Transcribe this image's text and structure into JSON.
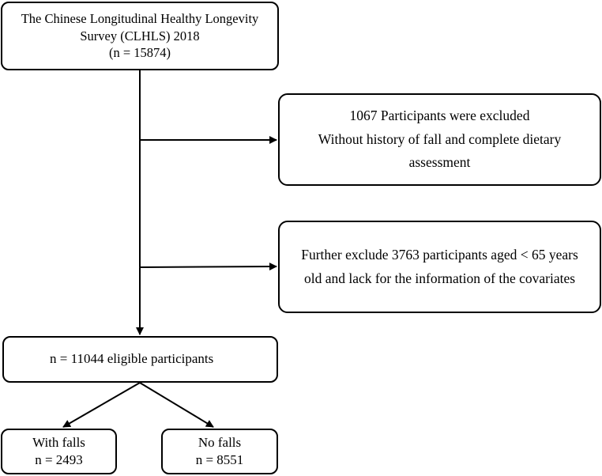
{
  "flowchart": {
    "source": {
      "lines": [
        "The Chinese Longitudinal Healthy Longevity",
        "Survey (CLHLS) 2018",
        "(n = 15874)"
      ]
    },
    "exclusion_1": {
      "lines": [
        "1067 Participants were excluded",
        "Without history of fall and complete dietary",
        "assessment"
      ]
    },
    "exclusion_2": {
      "lines": [
        "Further exclude 3763 participants aged < 65 years",
        "old  and lack for the information of the covariates"
      ]
    },
    "eligible": {
      "lines": [
        "n = 11044 eligible participants"
      ]
    },
    "with_falls": {
      "lines": [
        "With falls",
        "n = 2493"
      ]
    },
    "no_falls": {
      "lines": [
        "No falls",
        "n = 8551"
      ]
    }
  },
  "colors": {
    "stroke": "#000000",
    "background": "#ffffff"
  }
}
